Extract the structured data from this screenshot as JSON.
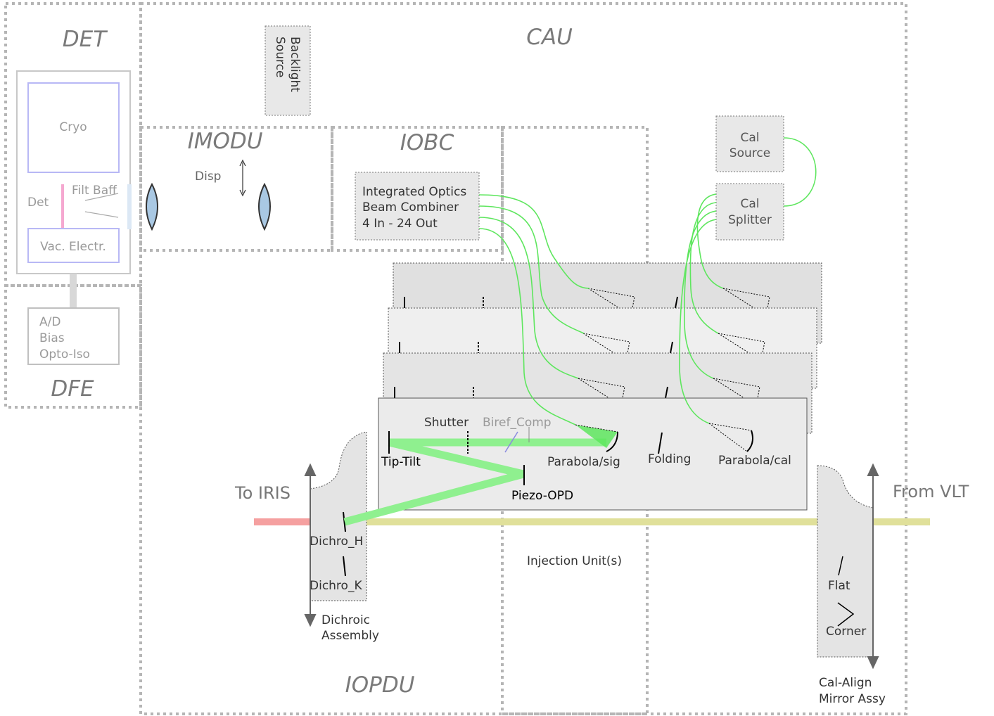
{
  "zones": {
    "det": "DET",
    "dfe": "DFE",
    "cau": "CAU",
    "imodu": "IMODU",
    "iobc": "IOBC",
    "iopdu": "IOPDU"
  },
  "det": {
    "cryo": "Cryo",
    "det": "Det",
    "filt_baff": "Filt Baff",
    "vac_electr": "Vac. Electr."
  },
  "dfe": {
    "line1": "A/D",
    "line2": "Bias",
    "line3": "Opto-Iso"
  },
  "backlight": {
    "line1": "Backlight",
    "line2": "Source"
  },
  "imodu": {
    "disp": "Disp"
  },
  "iobc": {
    "line1": "Integrated Optics",
    "line2": "Beam Combiner",
    "line3": "4 In - 24 Out"
  },
  "cal_source": {
    "line1": "Cal",
    "line2": "Source"
  },
  "cal_splitter": {
    "line1": "Cal",
    "line2": "Splitter"
  },
  "injection": {
    "shutter": "Shutter",
    "biref_comp": "Biref_Comp",
    "tip_tilt": "Tip-Tilt",
    "parabola_sig": "Parabola/sig",
    "folding": "Folding",
    "parabola_cal": "Parabola/cal",
    "piezo_opd": "Piezo-OPD",
    "injection_units": "Injection Unit(s)"
  },
  "dichroic": {
    "dichro_h": "Dichro_H",
    "dichro_k": "Dichro_K",
    "assembly_line1": "Dichroic",
    "assembly_line2": "Assembly"
  },
  "cal_align": {
    "flat": "Flat",
    "corner": "Corner",
    "line1": "Cal-Align",
    "line2": "Mirror Assy"
  },
  "sides": {
    "to_iris": "To IRIS",
    "from_vlt": "From VLT"
  },
  "colors": {
    "dotted_border": "#b5b5b5",
    "box_fill": "#e8e8e8",
    "fiber_green": "#5ee65e",
    "beam_green": "#8ff08f",
    "beam_red": "#f5a0a0",
    "beam_yellow": "#e0e09a",
    "det_purple": "#b8b8f5",
    "det_pink": "#f5a8d0"
  }
}
